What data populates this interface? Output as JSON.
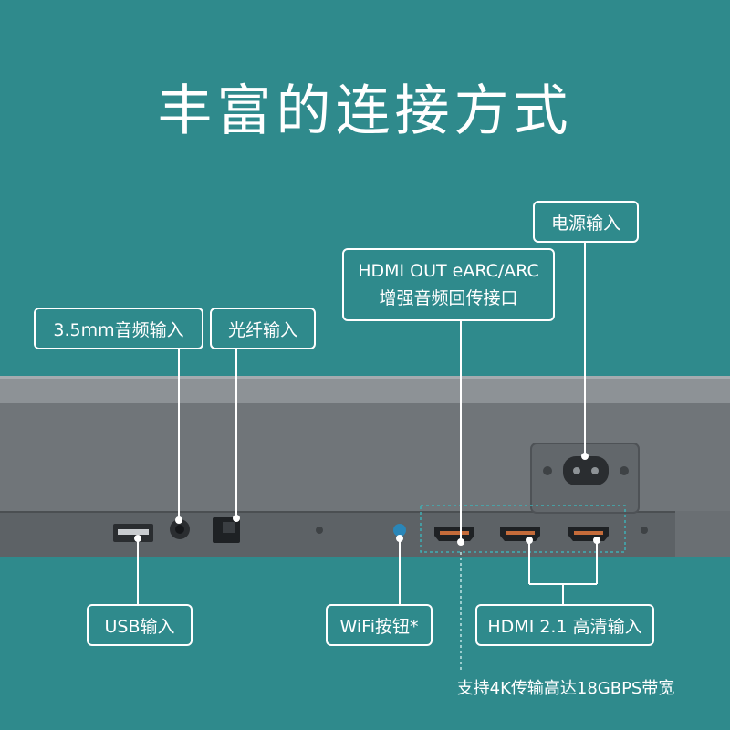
{
  "colors": {
    "background": "#2f8a8c",
    "device_body": "#6f7478",
    "device_top": "#8d9296",
    "device_panel": "#5c6165",
    "callout": "#ffffff"
  },
  "title": "丰富的连接方式",
  "callouts": {
    "power": "电源输入",
    "hdmi_out_line1": "HDMI OUT eARC/ARC",
    "hdmi_out_line2": "增强音频回传接口",
    "aux_35mm": "3.5mm音频输入",
    "optical": "光纤输入",
    "usb": "USB输入",
    "wifi": "WiFi按钮*",
    "hdmi_in": "HDMI 2.1 高清输入"
  },
  "footnote": "支持4K传输高达18GBPS带宽",
  "icons": {
    "usb_port": "usb-port-icon",
    "aux_jack": "audio-jack-icon",
    "optical_port": "optical-port-icon",
    "wifi_button": "wifi-button-icon",
    "hdmi_port": "hdmi-port-icon",
    "power_socket": "power-socket-icon"
  }
}
